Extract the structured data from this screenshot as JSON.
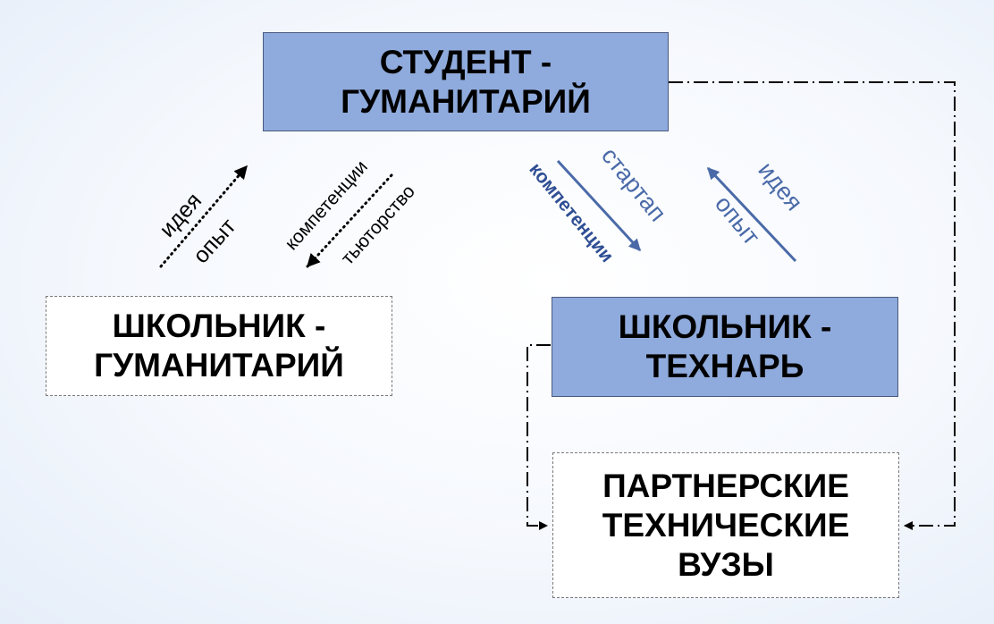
{
  "nodes": {
    "student": {
      "lines": [
        "СТУДЕНТ -",
        "ГУМАНИТАРИЙ"
      ],
      "fill": "#8faadc"
    },
    "school_humanitarian": {
      "lines": [
        "ШКОЛЬНИК -",
        "ГУМАНИТАРИЙ"
      ]
    },
    "school_techie": {
      "lines": [
        "ШКОЛЬНИК -",
        "ТЕХНАРЬ"
      ],
      "fill": "#8faadc"
    },
    "partner_universities": {
      "lines": [
        "ПАРТНЕРСКИЕ",
        "ТЕХНИЧЕСКИЕ",
        "ВУЗЫ"
      ]
    }
  },
  "edge_labels": {
    "idea_left": "идея",
    "experience_left": "опыт",
    "competencies_left": "компетенции",
    "tutoring": "тьюторство",
    "competencies_right": "компетенции",
    "startup": "стартап",
    "idea_right": "идея",
    "experience_right": "опыт"
  },
  "colors": {
    "box_fill": "#8faadc",
    "arrow_blue": "#4a6aa8",
    "label_blue": "#2f4f94",
    "connector": "#000000"
  }
}
